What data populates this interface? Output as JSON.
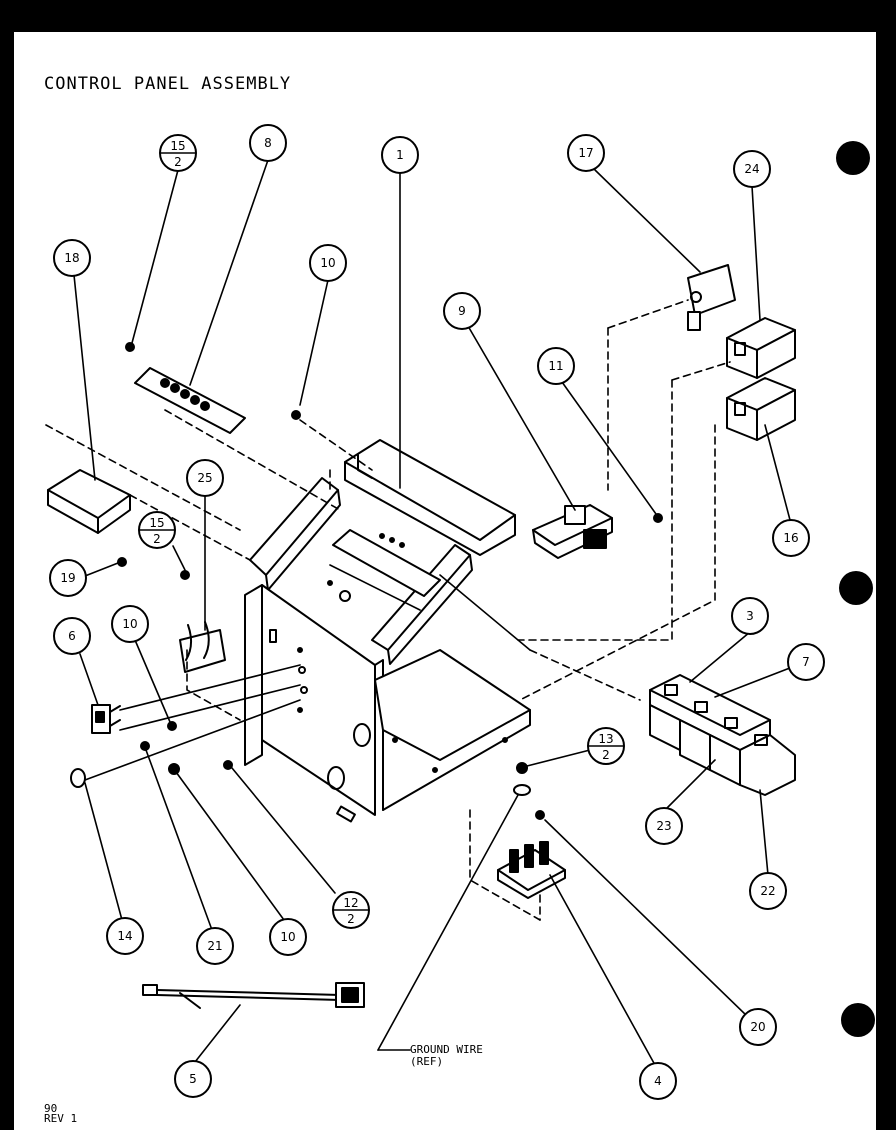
{
  "title": "CONTROL PANEL ASSEMBLY",
  "ground_wire": [
    "GROUND WIRE",
    "(REF)"
  ],
  "footer": [
    "90",
    "REV 1"
  ],
  "callouts": [
    {
      "id": "c-15-2-top",
      "num": "15",
      "sub": "2"
    },
    {
      "id": "c-8",
      "num": "8"
    },
    {
      "id": "c-1",
      "num": "1"
    },
    {
      "id": "c-17",
      "num": "17"
    },
    {
      "id": "c-24",
      "num": "24"
    },
    {
      "id": "c-18",
      "num": "18"
    },
    {
      "id": "c-10-top",
      "num": "10"
    },
    {
      "id": "c-9",
      "num": "9"
    },
    {
      "id": "c-11",
      "num": "11"
    },
    {
      "id": "c-25",
      "num": "25"
    },
    {
      "id": "c-15-2-mid",
      "num": "15",
      "sub": "2"
    },
    {
      "id": "c-16",
      "num": "16"
    },
    {
      "id": "c-19",
      "num": "19"
    },
    {
      "id": "c-6",
      "num": "6"
    },
    {
      "id": "c-10-mid",
      "num": "10"
    },
    {
      "id": "c-3",
      "num": "3"
    },
    {
      "id": "c-7",
      "num": "7"
    },
    {
      "id": "c-13-2",
      "num": "13",
      "sub": "2"
    },
    {
      "id": "c-23",
      "num": "23"
    },
    {
      "id": "c-22",
      "num": "22"
    },
    {
      "id": "c-12-2",
      "num": "12",
      "sub": "2"
    },
    {
      "id": "c-14",
      "num": "14"
    },
    {
      "id": "c-21",
      "num": "21"
    },
    {
      "id": "c-10-bot",
      "num": "10"
    },
    {
      "id": "c-20",
      "num": "20"
    },
    {
      "id": "c-5",
      "num": "5"
    },
    {
      "id": "c-4",
      "num": "4"
    }
  ]
}
